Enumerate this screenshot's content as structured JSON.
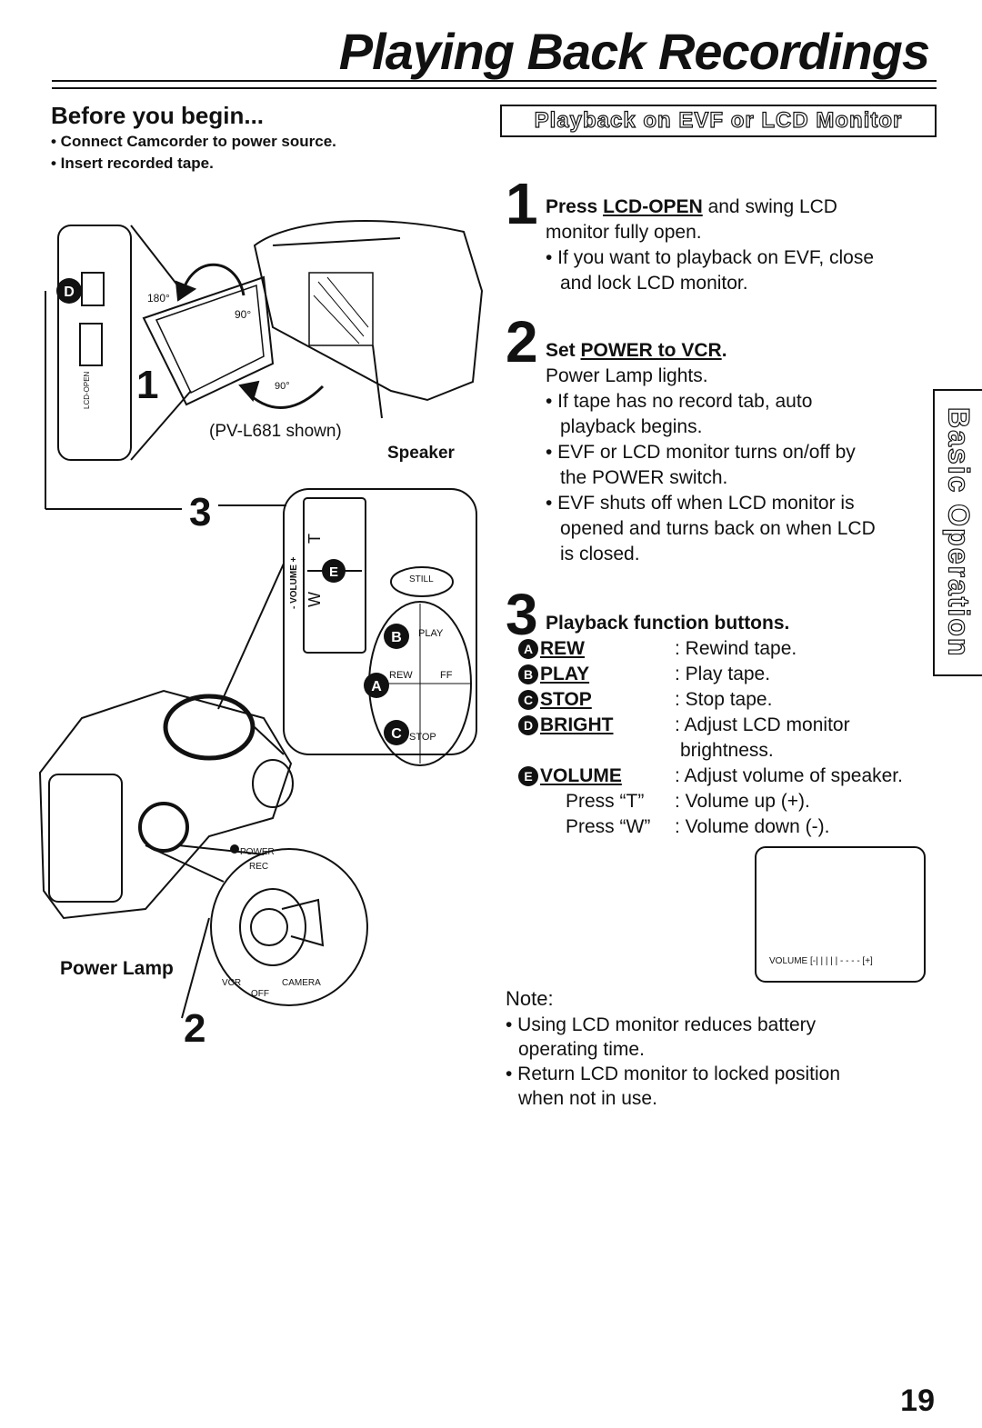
{
  "page": {
    "title": "Playing Back Recordings",
    "page_number": "19",
    "side_tab": "Basic Operation"
  },
  "before": {
    "heading": "Before you begin...",
    "items": [
      "• Connect Camcorder to power source.",
      "• Insert recorded tape."
    ]
  },
  "section_label": "Playback on EVF or LCD Monitor",
  "figure": {
    "model_caption": "(PV-L681 shown)",
    "speaker_label": "Speaker",
    "power_lamp_label": "Power Lamp",
    "angle_180": "180°",
    "angle_90a": "90°",
    "angle_90b": "90°",
    "callout_1": "1",
    "callout_2": "2",
    "callout_3": "3",
    "lcd_open_small": "LCD-OPEN",
    "volume_label": "- VOLUME +",
    "t_label": "T",
    "w_label": "W",
    "still_label": "STILL",
    "play_btn": "PLAY",
    "rew_btn": "REW",
    "ff_btn": "FF",
    "stop_btn": "STOP",
    "power_label": "POWER",
    "rec_label": "REC",
    "vcr_label": "VCR",
    "off_label": "OFF",
    "camera_label": "CAMERA",
    "marker_a": "A",
    "marker_b": "B",
    "marker_c": "C",
    "marker_d": "D",
    "marker_e": "E"
  },
  "step1": {
    "num": "1",
    "press": "Press ",
    "key": "LCD-OPEN",
    "rest": " and swing LCD",
    "line2": "monitor fully open.",
    "b1": "• If you want to playback on EVF, close",
    "b1b": "and lock LCD monitor."
  },
  "step2": {
    "num": "2",
    "set": "Set ",
    "key": "POWER to VCR",
    "period": ".",
    "line2": "Power Lamp lights.",
    "bullets": [
      [
        "• If tape has no record tab, auto",
        "playback begins."
      ],
      [
        "• EVF or LCD monitor turns on/off by",
        "the POWER switch."
      ],
      [
        "• EVF shuts off when LCD monitor is",
        "opened and turns back on when LCD",
        "is closed."
      ]
    ]
  },
  "step3": {
    "num": "3",
    "heading": "Playback function buttons.",
    "functions": [
      {
        "mark": "A",
        "key": "REW",
        "desc": ": Rewind tape."
      },
      {
        "mark": "B",
        "key": "PLAY",
        "desc": ": Play tape."
      },
      {
        "mark": "C",
        "key": "STOP",
        "desc": ": Stop tape."
      },
      {
        "mark": "D",
        "key": "BRIGHT",
        "desc": ": Adjust LCD monitor"
      },
      {
        "mark": "",
        "key": "",
        "desc": "brightness."
      },
      {
        "mark": "E",
        "key": "VOLUME",
        "desc": ": Adjust volume of speaker."
      }
    ],
    "press_t": "Press “T”",
    "press_t_desc": ": Volume up (+).",
    "press_w": "Press “W”",
    "press_w_desc": ": Volume down (-).",
    "volume_display": "VOLUME  [-| | | | | - - - -  [+]"
  },
  "note": {
    "heading": "Note:",
    "items": [
      [
        "• Using LCD monitor reduces battery",
        "operating time."
      ],
      [
        "• Return LCD monitor to locked position",
        "when not in use."
      ]
    ]
  }
}
